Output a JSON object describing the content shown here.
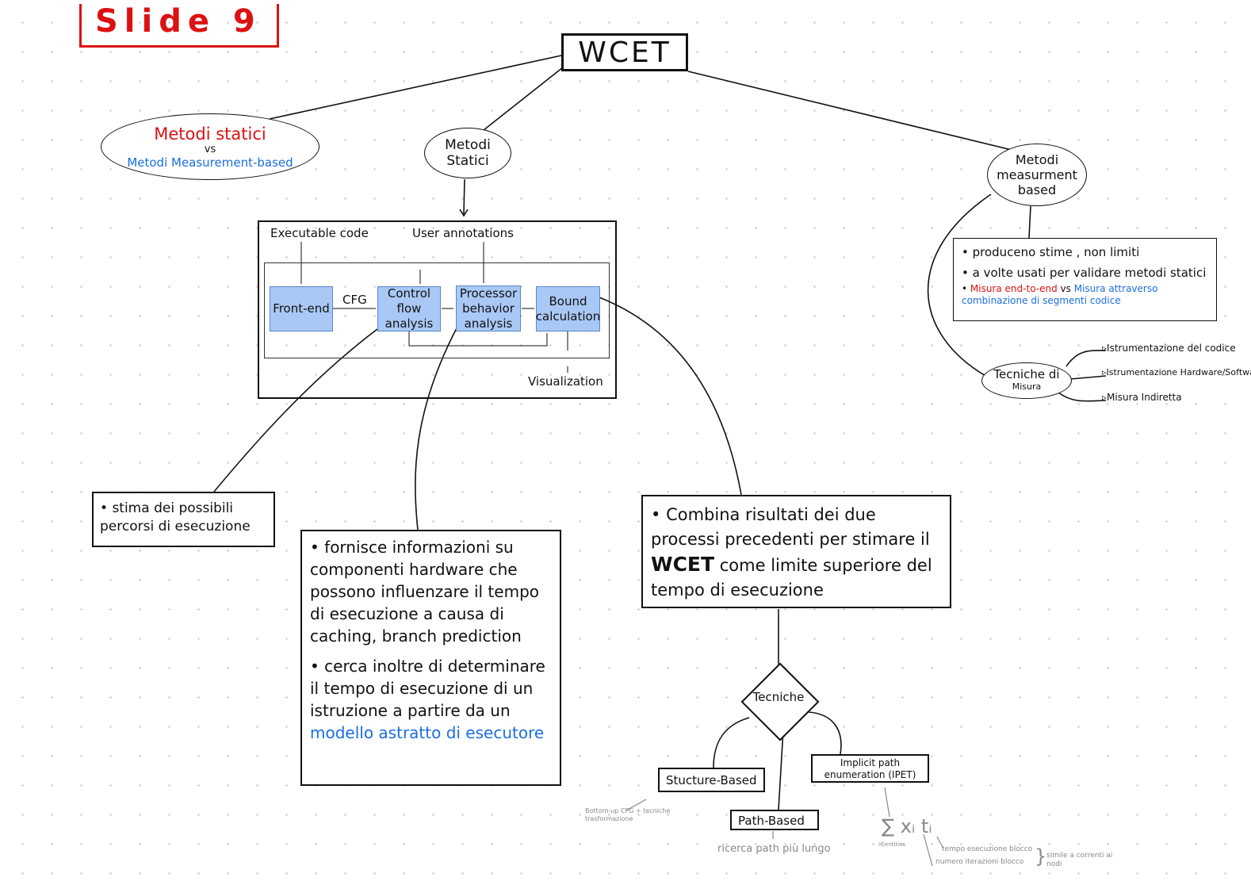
{
  "title": "Slide 9",
  "root": "WCET",
  "ellipse_compare": {
    "line1": "Metodi statici",
    "vs": "vs",
    "line2": "Metodi Measurement-based"
  },
  "static_node": {
    "line1": "Metodi",
    "line2": "Statici"
  },
  "measurement_node": {
    "line1": "Metodi",
    "line2": "measurment",
    "line3": "based"
  },
  "pipeline": {
    "executable_code": "Executable code",
    "user_annotations": "User annotations",
    "cfg": "CFG",
    "visualization": "Visualization",
    "blocks": [
      "Front-end",
      "Control flow analysis",
      "Processor behavior analysis",
      "Bound calculation"
    ]
  },
  "measurement_notes": {
    "b1": "produceno stime , non limiti",
    "b2": "a volte usati per validare metodi statici",
    "b3_red": "Misura end-to-end",
    "b3_vs": "vs",
    "b3_blue": "Misura attraverso combinazione di segmenti codice"
  },
  "tecniche_misura": {
    "label1": "Tecniche di",
    "label2": "Misura",
    "branches": [
      "Istrumentazione del codice",
      "Istrumentazione Hardware/Software",
      "Misura Indiretta"
    ]
  },
  "note_cfa": "stima dei possibili percorsi di esecuzione",
  "note_proc": {
    "b1": "fornisce informazioni su componenti hardware che possono influenzare il tempo di esecuzione a causa di caching, branch prediction",
    "b2": "cerca inoltre di determinare il tempo di esecuzione di un istruzione a partire da un",
    "b2_blue": "modello astratto di esecutore"
  },
  "note_bound": {
    "pre": "Combina risultati dei due processi precedenti per stimare il",
    "bold": "WCET",
    "post": "come limite superiore del tempo di esecuzione"
  },
  "tecniche": "Tecniche",
  "techniques": {
    "structure": "Stucture-Based",
    "path": "Path-Based",
    "ipet": "Implicit path enumeration (IPET)"
  },
  "annotations": {
    "structure": "Bottom-up CFG + tecniche trasformazione",
    "path": "ricerca path più lungo",
    "formula": "∑ xᵢ tᵢ",
    "formula_sub": "i∈entities",
    "ti": "tempo esecuzione blocco",
    "xi": "numero iterazioni blocco",
    "similar": "simile a correnti ai nodi"
  }
}
